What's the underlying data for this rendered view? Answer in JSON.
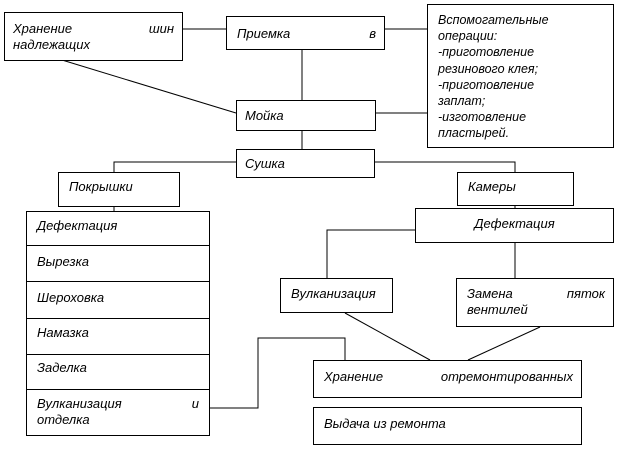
{
  "diagram": {
    "storage_tires": {
      "line1_a": "Хранение",
      "line1_b": "шин",
      "line2": "надлежащих"
    },
    "reception": {
      "word_a": "Приемка",
      "word_b": "в"
    },
    "auxiliary": {
      "lines": [
        "Вспомогательные",
        "операции:",
        "-приготовление",
        "резинового клея;",
        "-приготовление",
        "заплат;",
        "-изготовление",
        "пластырей."
      ]
    },
    "washing": "Мойка",
    "drying": "Сушка",
    "tires": "Покрышки",
    "tire_steps": {
      "defect": "Дефектация",
      "cutting": "Вырезка",
      "roughing": "Шероховка",
      "coating": "Намазка",
      "filling": "Заделка",
      "vulc_a": "Вулканизация",
      "vulc_b": "и",
      "vulc_c": "отделка"
    },
    "tubes": "Камеры",
    "tube_defect": "Дефектация",
    "vulcanization": "Вулканизация",
    "valve": {
      "line1_a": "Замена",
      "line1_b": "пяток",
      "line2": "вентилей"
    },
    "storage_repaired": {
      "word_a": "Хранение",
      "word_b": "отремонтированных"
    },
    "issue": "Выдача из ремонта"
  }
}
